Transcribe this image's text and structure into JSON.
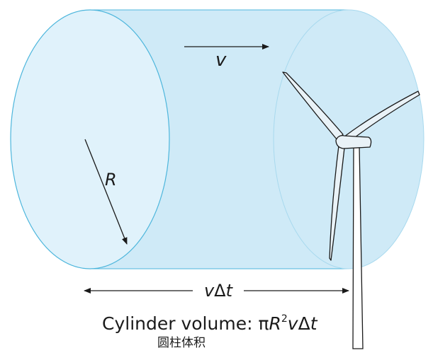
{
  "labels": {
    "velocity": "v",
    "radius": "R",
    "length_v": "v",
    "length_delta": "Δ",
    "length_t": "t",
    "volume_prefix": "Cylinder volume: π",
    "volume_R": "R",
    "volume_exp": "2",
    "volume_v": "v",
    "volume_delta": "Δ",
    "volume_t": "t",
    "chinese_caption": "圆柱体积"
  },
  "colors": {
    "fill": "#cfeaf7",
    "fill_face_left": "#e0f2fb",
    "outline": "#4db6dc",
    "ink": "#1a1a1a",
    "turbine_fill": "#e9f2f7"
  }
}
